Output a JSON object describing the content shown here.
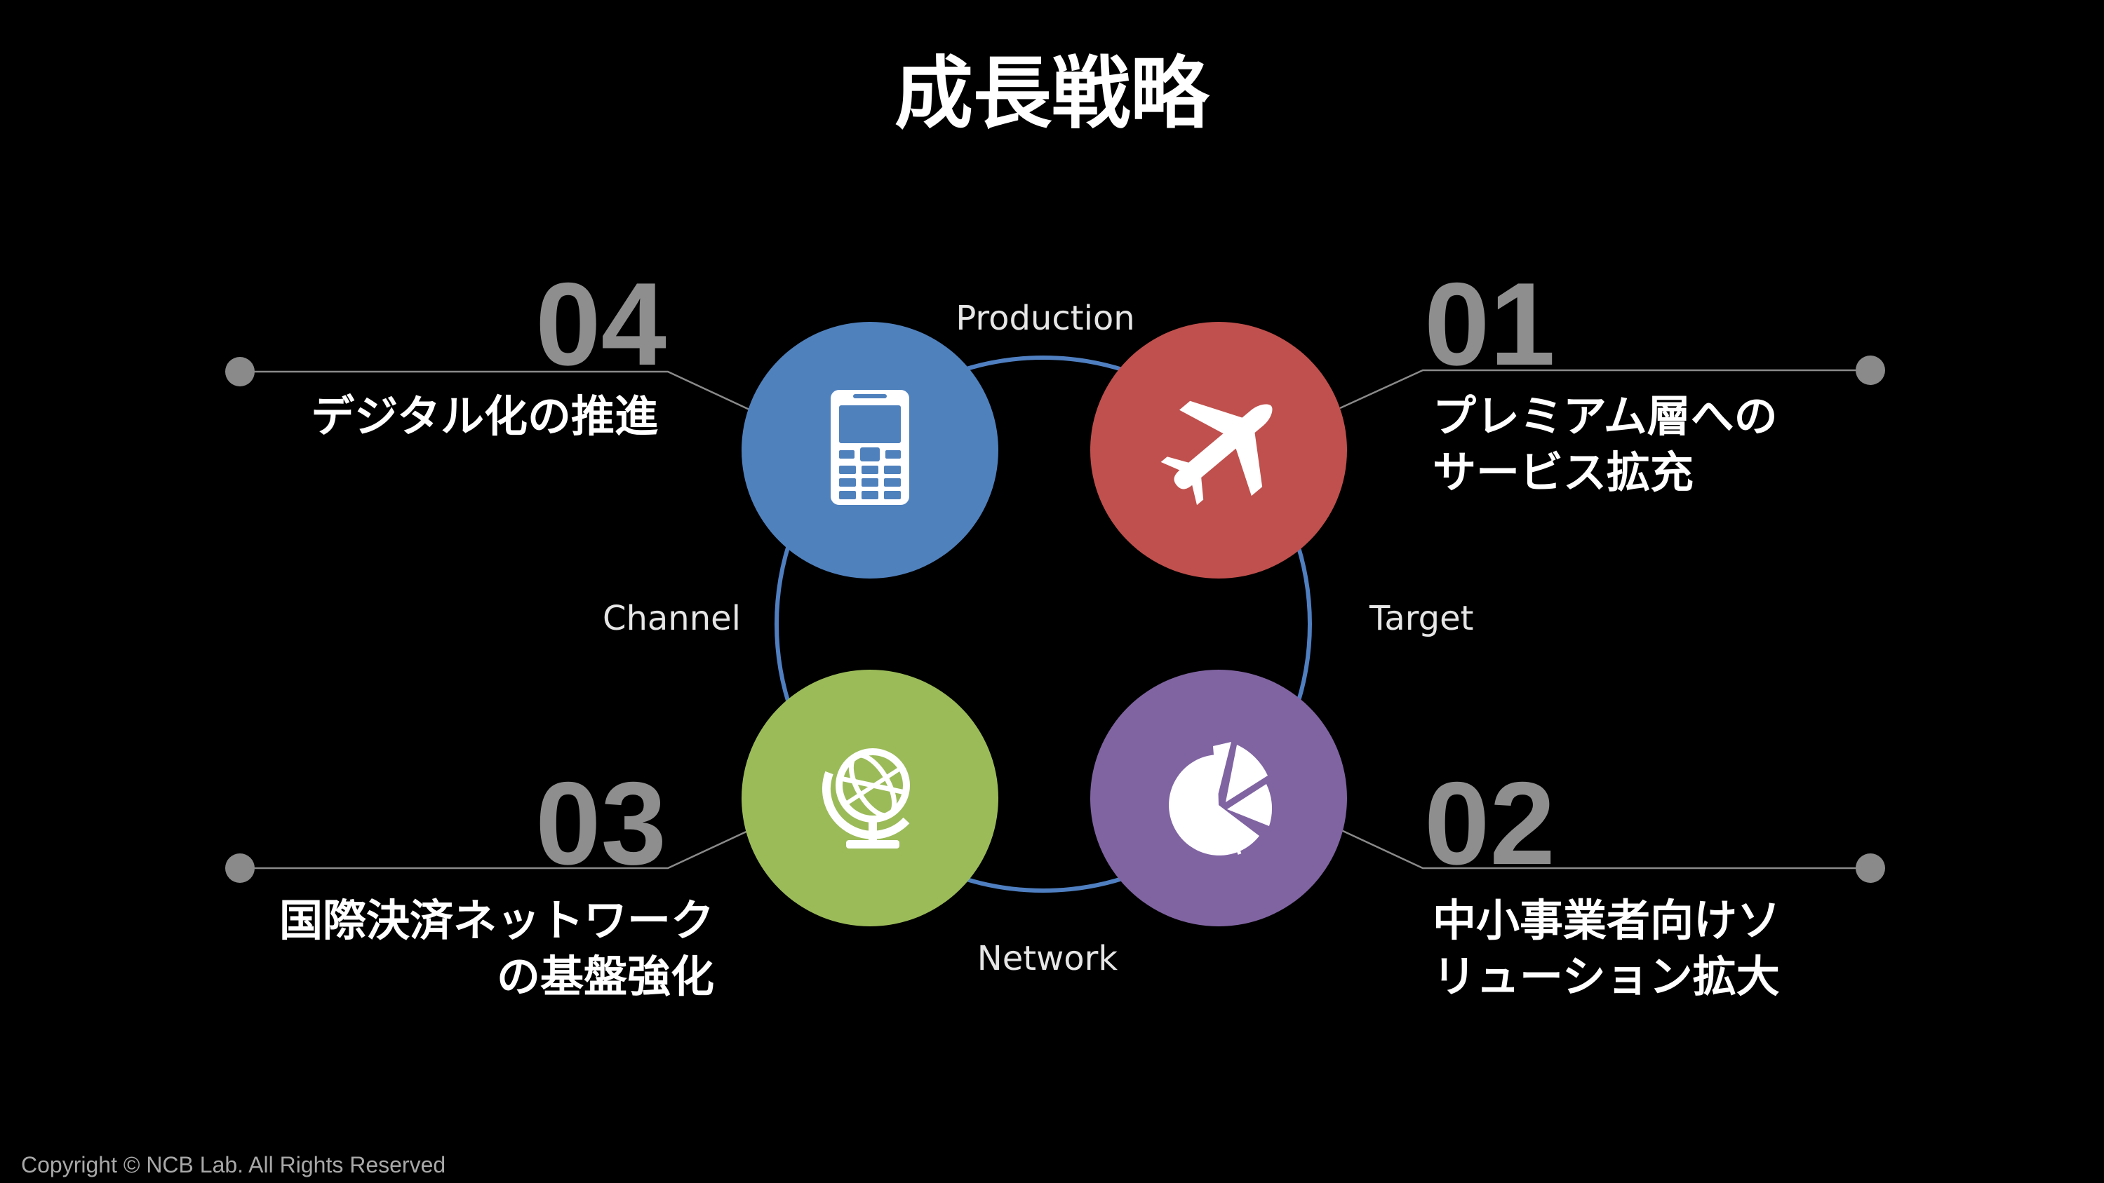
{
  "title": "成長戦略",
  "cycle_labels": {
    "top": "Production",
    "right": "Target",
    "bottom": "Network",
    "left": "Channel"
  },
  "items": [
    {
      "number": "01",
      "lines": [
        "プレミアム層への",
        "サービス拡充"
      ],
      "color": "#c0504d",
      "icon": "airplane-icon"
    },
    {
      "number": "02",
      "lines": [
        "中小事業者向けソ",
        "リューション拡大"
      ],
      "color": "#8064a2",
      "icon": "pie-chart-icon"
    },
    {
      "number": "03",
      "lines": [
        "国際決済ネットワーク",
        "の基盤強化"
      ],
      "color": "#9bbb59",
      "icon": "globe-icon"
    },
    {
      "number": "04",
      "lines": [
        "デジタル化の推進"
      ],
      "color": "#4f81bd",
      "icon": "mobile-phone-icon"
    }
  ],
  "ring_color": "#4f7fc0",
  "copyright": "Copyright © NCB Lab. All Rights Reserved"
}
